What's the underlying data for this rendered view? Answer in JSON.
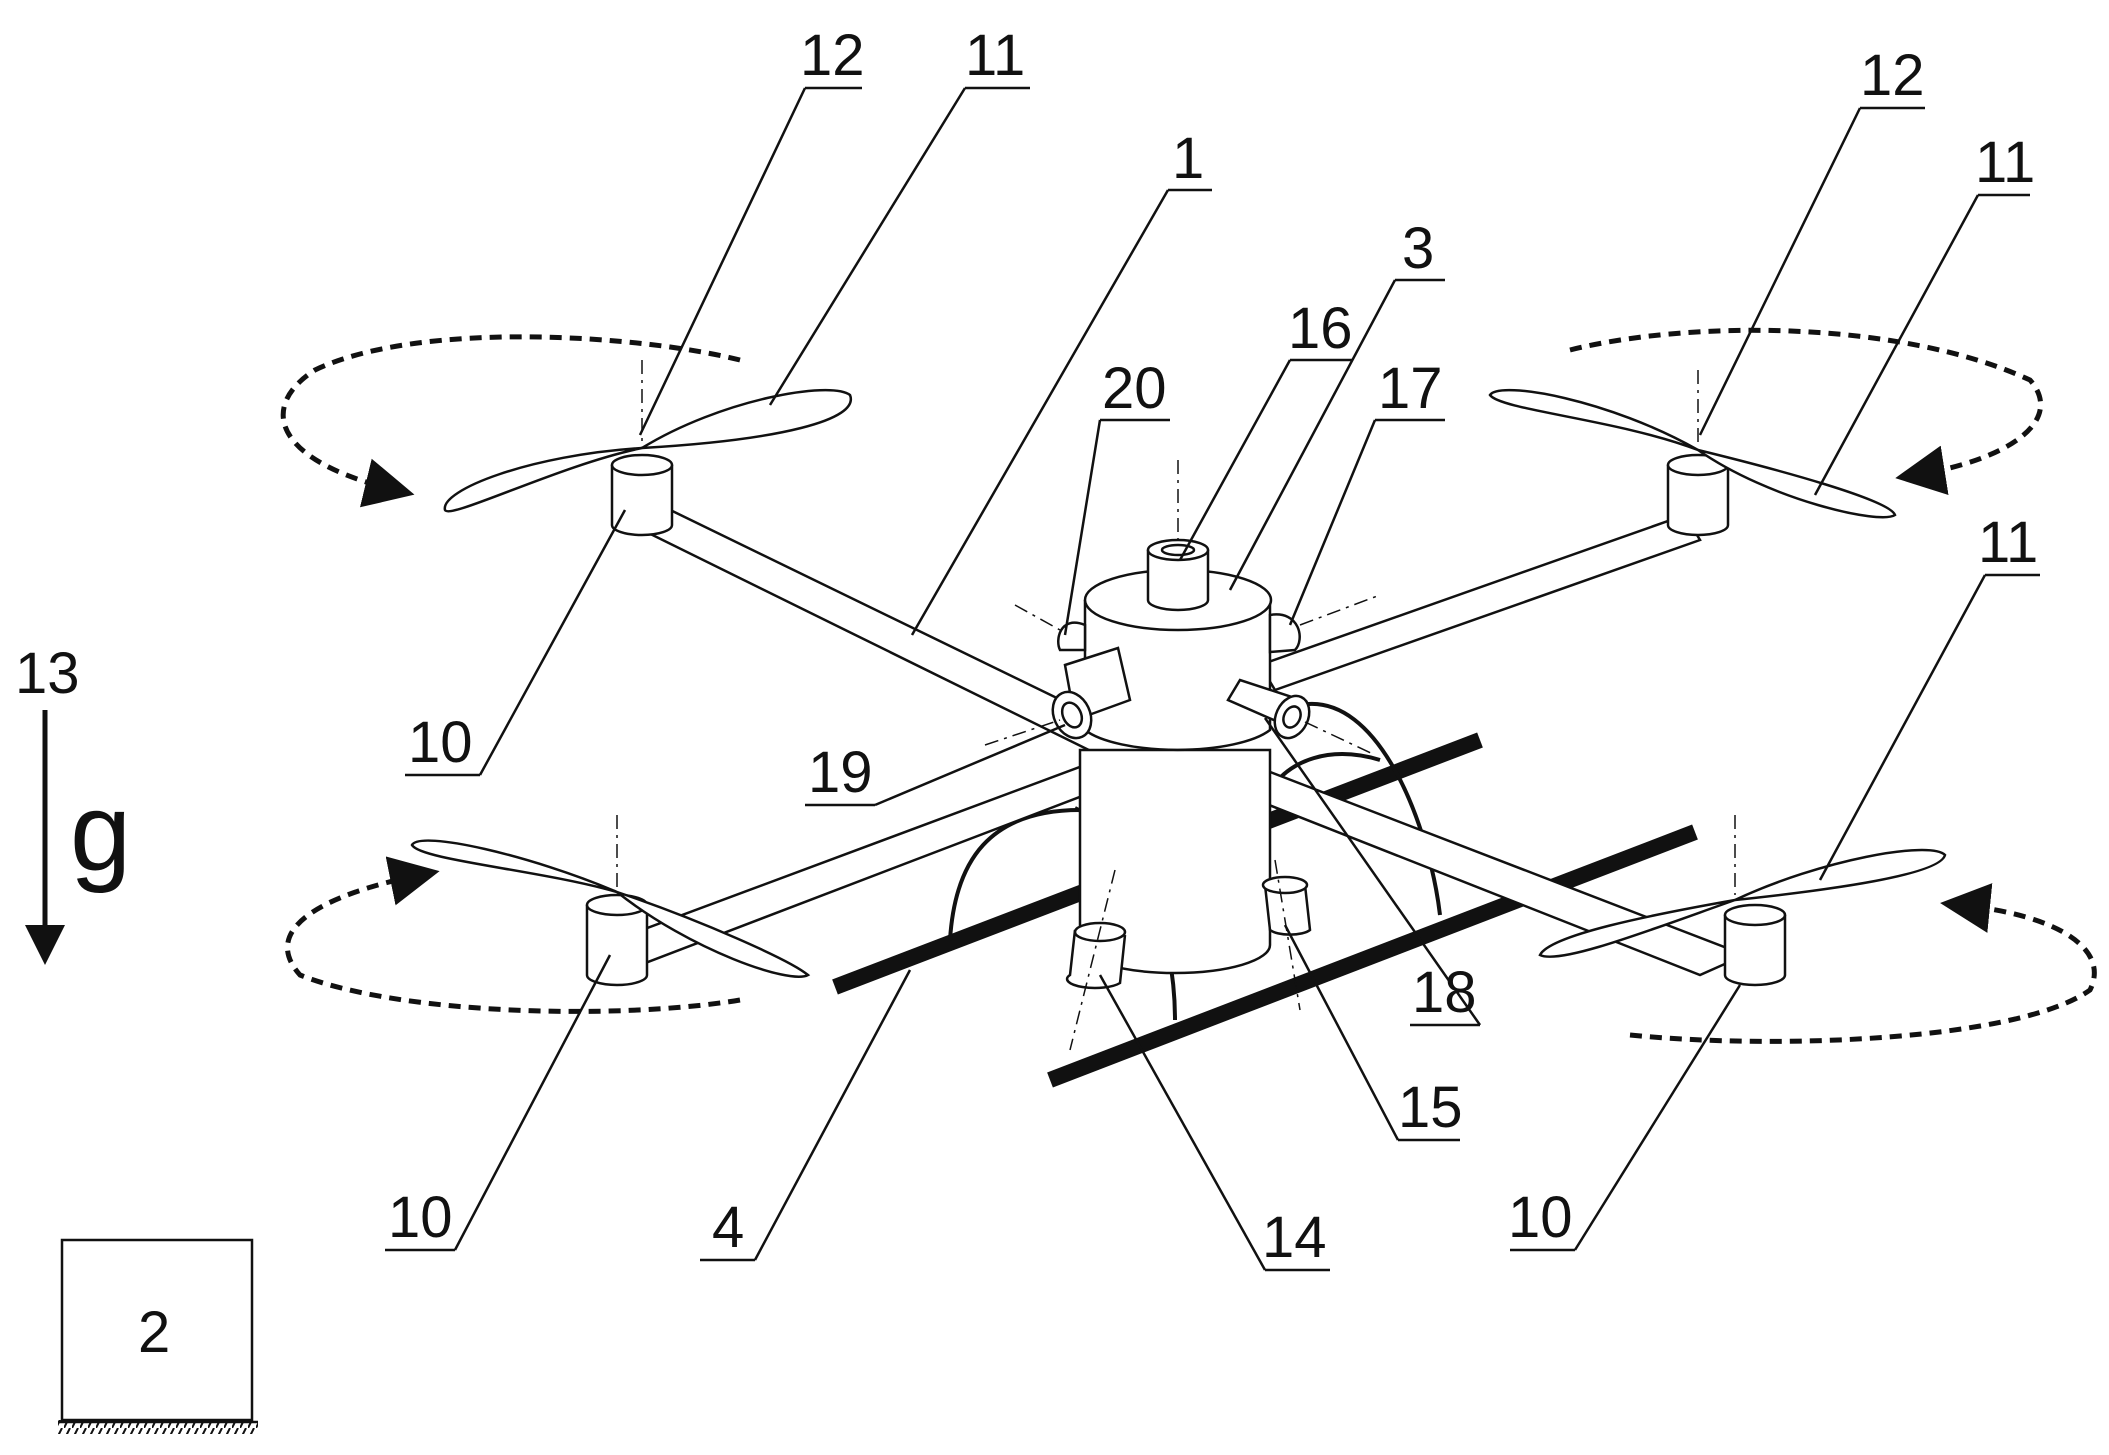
{
  "labels": {
    "l1": "1",
    "l2": "2",
    "l3": "3",
    "l4": "4",
    "l10a": "10",
    "l10b": "10",
    "l10c": "10",
    "l11a": "11",
    "l11b": "11",
    "l11c": "11",
    "l12a": "12",
    "l12b": "12",
    "l13": "13",
    "l14": "14",
    "l15": "15",
    "l16": "16",
    "l17": "17",
    "l18": "18",
    "l19": "19",
    "l20": "20",
    "g": "g"
  }
}
